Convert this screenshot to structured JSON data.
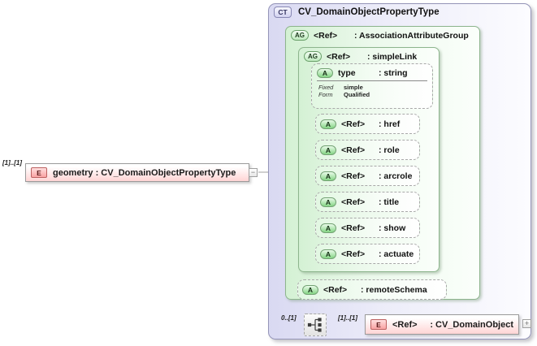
{
  "colors": {
    "element_fill": "#ffd4d4",
    "element_badge_border": "#bc6161",
    "group_fill": "#d4f1d4",
    "group_border": "#8db58d",
    "complex_type_fill": "#d9d9f2",
    "complex_type_border": "#9494b8",
    "connector": "#a0a0a0"
  },
  "icons": {
    "collapse_handle": "−",
    "expand_handle": "+",
    "compositor": "choice"
  },
  "element": {
    "cardinality": "[1]..[1]",
    "badge": "E",
    "label": "geometry : CV_DomainObjectPropertyType"
  },
  "complex_type": {
    "badge": "CT",
    "title": "CV_DomainObjectPropertyType",
    "association_group": {
      "badge": "AG",
      "ref": "<Ref>",
      "type": ": AssociationAttributeGroup",
      "simple_link": {
        "badge": "AG",
        "ref": "<Ref>",
        "type": ": simpleLink",
        "type_attribute": {
          "badge": "A",
          "name": "type",
          "type": ": string",
          "facets": [
            {
              "label": "Fixed",
              "value": "simple"
            },
            {
              "label": "Form",
              "value": "Qualified"
            }
          ]
        },
        "attributes": [
          {
            "badge": "A",
            "ref": "<Ref>",
            "type": ": href"
          },
          {
            "badge": "A",
            "ref": "<Ref>",
            "type": ": role"
          },
          {
            "badge": "A",
            "ref": "<Ref>",
            "type": ": arcrole"
          },
          {
            "badge": "A",
            "ref": "<Ref>",
            "type": ": title"
          },
          {
            "badge": "A",
            "ref": "<Ref>",
            "type": ": show"
          },
          {
            "badge": "A",
            "ref": "<Ref>",
            "type": ": actuate"
          }
        ]
      },
      "remote_schema": {
        "badge": "A",
        "ref": "<Ref>",
        "type": ": remoteSchema"
      }
    },
    "content_model": {
      "compositor_cardinality": "0..[1]",
      "element_cardinality": "[1]..[1]",
      "element": {
        "badge": "E",
        "ref": "<Ref>",
        "type": ": CV_DomainObject"
      }
    }
  }
}
